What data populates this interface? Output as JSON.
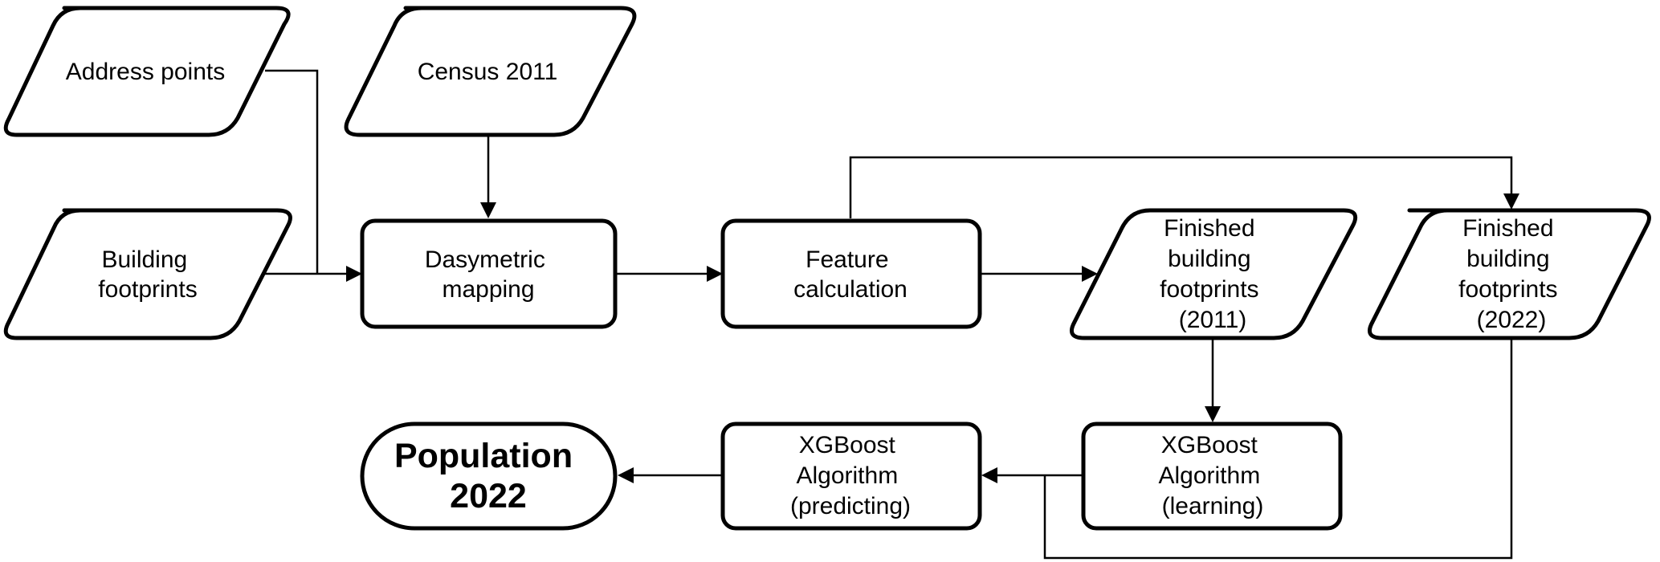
{
  "nodes": {
    "address_points": {
      "lines": [
        "Address points"
      ]
    },
    "census_2011": {
      "lines": [
        "Census 2011"
      ]
    },
    "building_footprints": {
      "lines": [
        "Building",
        "footprints"
      ]
    },
    "dasymetric_mapping": {
      "lines": [
        "Dasymetric",
        "mapping"
      ]
    },
    "feature_calculation": {
      "lines": [
        "Feature",
        "calculation"
      ]
    },
    "finished_2011": {
      "lines": [
        "Finished",
        "building",
        "footprints",
        "(2011)"
      ]
    },
    "finished_2022": {
      "lines": [
        "Finished",
        "building",
        "footprints",
        "(2022)"
      ]
    },
    "xgb_learning": {
      "lines": [
        "XGBoost",
        "Algorithm",
        "(learning)"
      ]
    },
    "xgb_predicting": {
      "lines": [
        "XGBoost",
        "Algorithm",
        "(predicting)"
      ]
    },
    "population_2022": {
      "lines": [
        "Population",
        "2022"
      ]
    }
  },
  "colors": {
    "stroke": "#000000",
    "fill": "#ffffff",
    "text": "#000000"
  }
}
